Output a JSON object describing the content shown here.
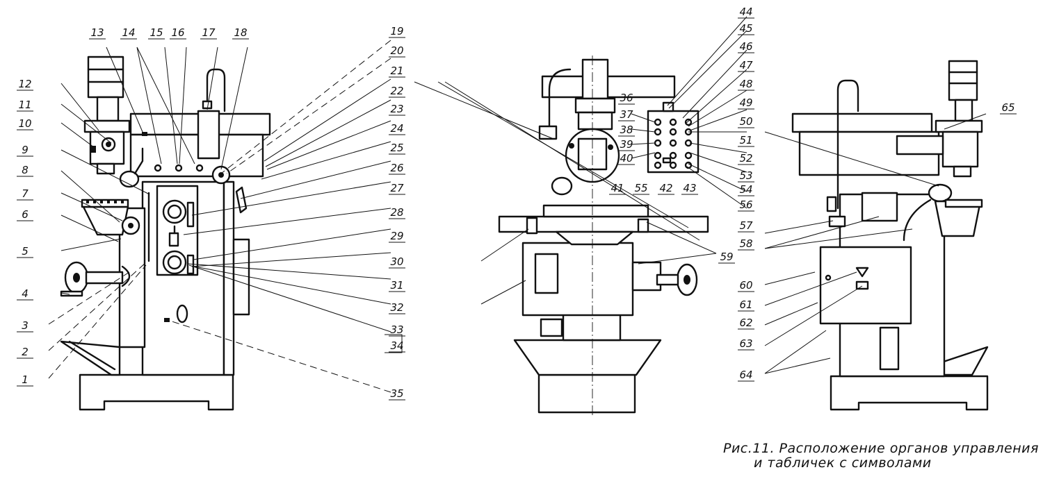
{
  "caption": {
    "line1": "Рис.11. Расположение органов управления",
    "line2": "и табличек с символами"
  },
  "labels": [
    "1",
    "2",
    "3",
    "4",
    "5",
    "6",
    "7",
    "8",
    "9",
    "10",
    "11",
    "12",
    "13",
    "14",
    "15",
    "16",
    "17",
    "18",
    "19",
    "20",
    "21",
    "22",
    "23",
    "24",
    "25",
    "26",
    "27",
    "28",
    "29",
    "30",
    "31",
    "32",
    "33",
    "34",
    "35",
    "36",
    "37",
    "38",
    "39",
    "40",
    "41",
    "42",
    "43",
    "44",
    "45",
    "46",
    "47",
    "48",
    "49",
    "50",
    "51",
    "52",
    "53",
    "54",
    "55",
    "56",
    "57",
    "58",
    "59",
    "60",
    "61",
    "62",
    "63",
    "64",
    "65"
  ],
  "views": [
    {
      "name": "left-side-view"
    },
    {
      "name": "front-view"
    },
    {
      "name": "right-side-view"
    }
  ]
}
